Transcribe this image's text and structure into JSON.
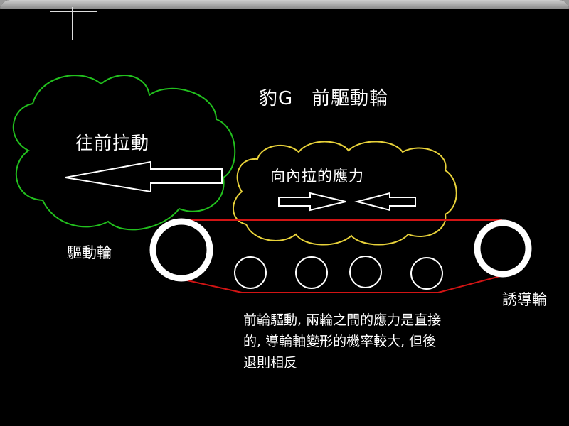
{
  "diagram": {
    "title_model": "豹G",
    "title_text": "前驅動輪",
    "label_pull_forward": "往前拉動",
    "label_inward_stress": "向內拉的應力",
    "label_drive_wheel": "驅動輪",
    "label_idler_wheel": "誘導輪",
    "note_lines": [
      "前輪驅動, 兩輪之間的應力是直接",
      "的, 導輪軸變形的機率較大, 但後",
      "退則相反"
    ],
    "colors": {
      "background": "#000000",
      "text": "#ffffff",
      "cloud_left": "#22c01e",
      "cloud_right": "#e8d23a",
      "track": "#d21414",
      "wheel": "#ffffff"
    }
  }
}
